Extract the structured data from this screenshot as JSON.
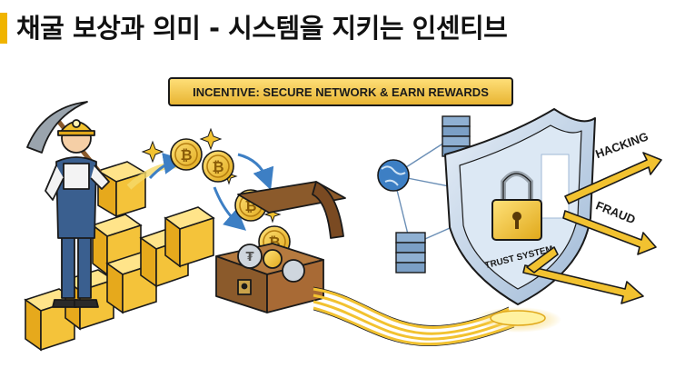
{
  "title": "채굴 보상과 의미 - 시스템을 지키는 인센티브",
  "banner": "INCENTIVE: SECURE NETWORK & EARN REWARDS",
  "shield_label": "TRUST SYSTEM",
  "threats": [
    "HACKING",
    "FRAUD"
  ],
  "colors": {
    "accent": "#f0b400",
    "gold": "#f2c230",
    "blue": "#3d7fc4",
    "shield": "#b9cfe4",
    "dark": "#1a1a1a"
  },
  "icons": [
    "miner-figure",
    "pickaxe-icon",
    "gold-block-icon",
    "bitcoin-coin-icon",
    "treasure-chest-icon",
    "globe-icon",
    "server-rack-icon",
    "shield-icon",
    "padlock-icon"
  ]
}
